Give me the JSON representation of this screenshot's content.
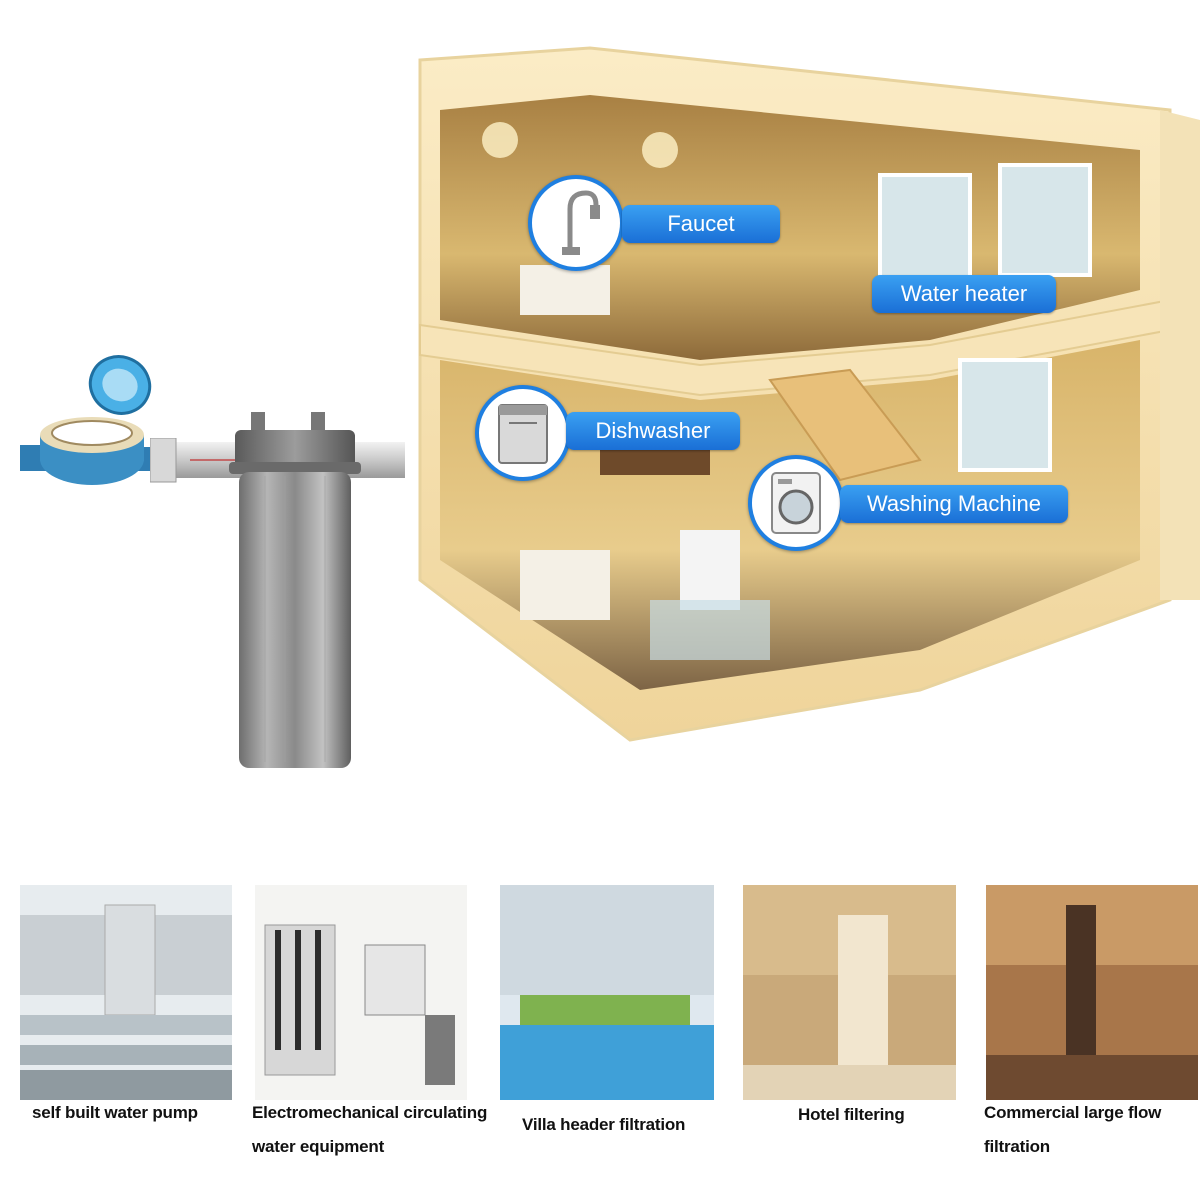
{
  "callouts": {
    "faucet": "Faucet",
    "water_heater": "Water heater",
    "dishwasher": "Dishwasher",
    "washing_machine": "Washing Machine"
  },
  "applications": [
    {
      "caption": "self built water pump",
      "icon": "pump-station-photo"
    },
    {
      "caption": "Electromechanical circulating water equipment",
      "icon": "industrial-equipment-photo"
    },
    {
      "caption": "Villa header filtration",
      "icon": "villa-pool-photo"
    },
    {
      "caption": "Hotel filtering",
      "icon": "hotel-lobby-photo"
    },
    {
      "caption": "Commercial large flow filtration",
      "icon": "restaurant-photo"
    }
  ],
  "colors": {
    "callout_blue": "#1f7fe0",
    "filter_steel": "#8c8c8c",
    "meter_blue": "#3b8fc4",
    "house_wall": "#f6e3b4"
  }
}
